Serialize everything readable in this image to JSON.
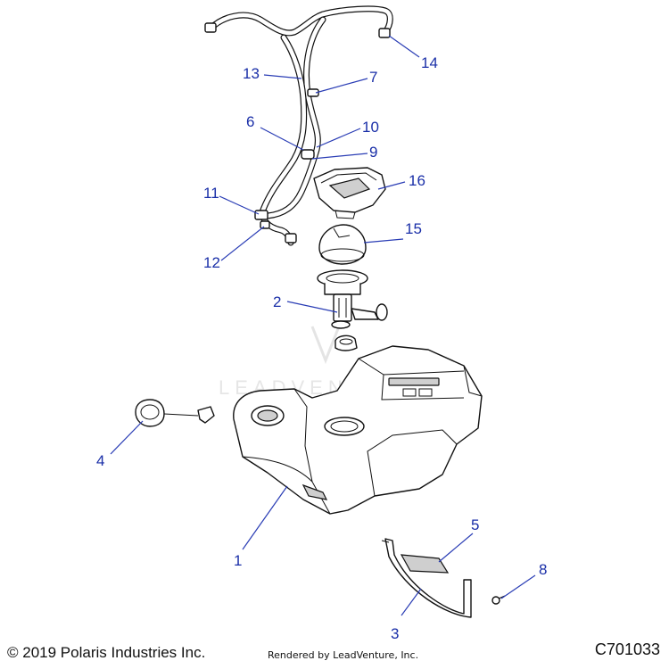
{
  "diagram": {
    "callouts": [
      "1",
      "2",
      "3",
      "4",
      "5",
      "6",
      "7",
      "8",
      "9",
      "10",
      "11",
      "12",
      "13",
      "14",
      "15",
      "16"
    ],
    "watermark": "LEADVENTURE"
  },
  "footer": {
    "copyright": "© 2019 Polaris Industries Inc.",
    "rendered_by": "Rendered by LeadVenture, Inc.",
    "code": "C701033"
  }
}
